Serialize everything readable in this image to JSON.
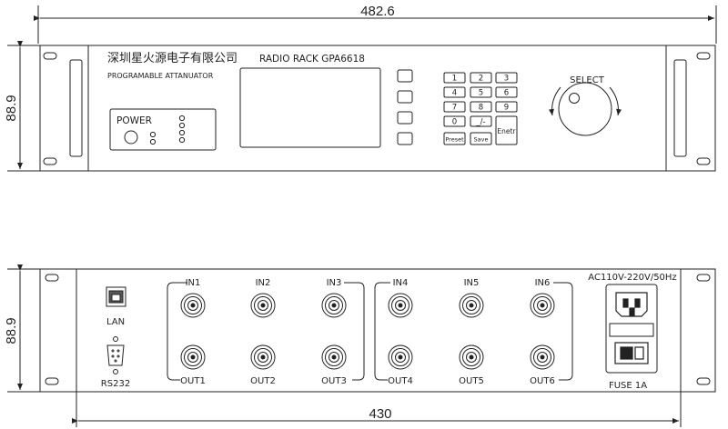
{
  "dimensions": {
    "top_width": "482.6",
    "top_height": "88.9",
    "bottom_height": "88.9",
    "bottom_width": "430"
  },
  "front": {
    "brand": "深圳星火源电子有限公司",
    "subtitle": "PROGRAMABLE  ATTANUATOR",
    "model": "RADIO RACK GPA6618",
    "power_label": "POWER",
    "keypad": {
      "keys": [
        "1",
        "2",
        "3",
        "4",
        "5",
        "6",
        "7",
        "8",
        "9",
        "0",
        "_/-"
      ],
      "preset": "Preset",
      "save": "Save",
      "enter": "Enetr"
    },
    "knob_label": "SELECT"
  },
  "rear": {
    "lan": "LAN",
    "rs232": "RS232",
    "inputs": [
      "IN1",
      "IN2",
      "IN3",
      "IN4",
      "IN5",
      "IN6"
    ],
    "outputs": [
      "OUT1",
      "OUT2",
      "OUT3",
      "OUT4",
      "OUT5",
      "OUT6"
    ],
    "ac_label": "AC110V-220V/50Hz",
    "fuse_label": "FUSE 1A"
  }
}
